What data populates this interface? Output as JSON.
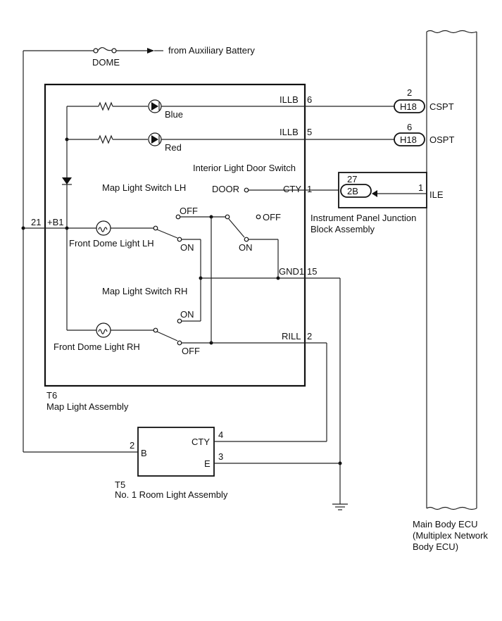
{
  "source": {
    "fuse": "DOME",
    "label": "from Auxiliary Battery"
  },
  "map_light_assembly": {
    "code": "T6",
    "name": "Map Light Assembly",
    "pin_b1": {
      "num": "21",
      "name": "+B1"
    },
    "pin_illb_blue": {
      "name": "ILLB",
      "num": "6"
    },
    "pin_illb_red": {
      "name": "ILLB",
      "num": "5"
    },
    "pin_cty": {
      "name": "CTY",
      "num": "1"
    },
    "pin_gnd1": {
      "name": "GND1",
      "num": "15"
    },
    "pin_rill": {
      "name": "RILL",
      "num": "2"
    },
    "led_blue": "Blue",
    "led_red": "Red",
    "door_switch_title": "Interior Light Door Switch",
    "door_label": "DOOR",
    "door_off": "OFF",
    "door_on": "ON",
    "switch_lh_title": "Map Light Switch LH",
    "switch_lh_off": "OFF",
    "switch_lh_on": "ON",
    "switch_rh_title": "Map Light Switch RH",
    "switch_rh_on": "ON",
    "switch_rh_off": "OFF",
    "lamp_lh": "Front Dome Light LH",
    "lamp_rh": "Front Dome Light RH"
  },
  "connectors": {
    "cspt": {
      "num": "2",
      "conn": "H18",
      "signal": "CSPT"
    },
    "ospt": {
      "num": "6",
      "conn": "H18",
      "signal": "OSPT"
    }
  },
  "junction_block": {
    "pin_left": "27",
    "conn": "2B",
    "pin_right": "1",
    "signal": "ILE",
    "name_line1": "Instrument Panel Junction",
    "name_line2": "Block Assembly"
  },
  "room_light": {
    "code": "T5",
    "name": "No. 1 Room Light Assembly",
    "pin_b": {
      "num": "2",
      "name": "B"
    },
    "pin_cty": {
      "num": "4",
      "name": "CTY"
    },
    "pin_e": {
      "num": "3",
      "name": "E"
    }
  },
  "main_ecu": {
    "line1": "Main Body ECU",
    "line2": "(Multiplex Network",
    "line3": "Body ECU)"
  }
}
